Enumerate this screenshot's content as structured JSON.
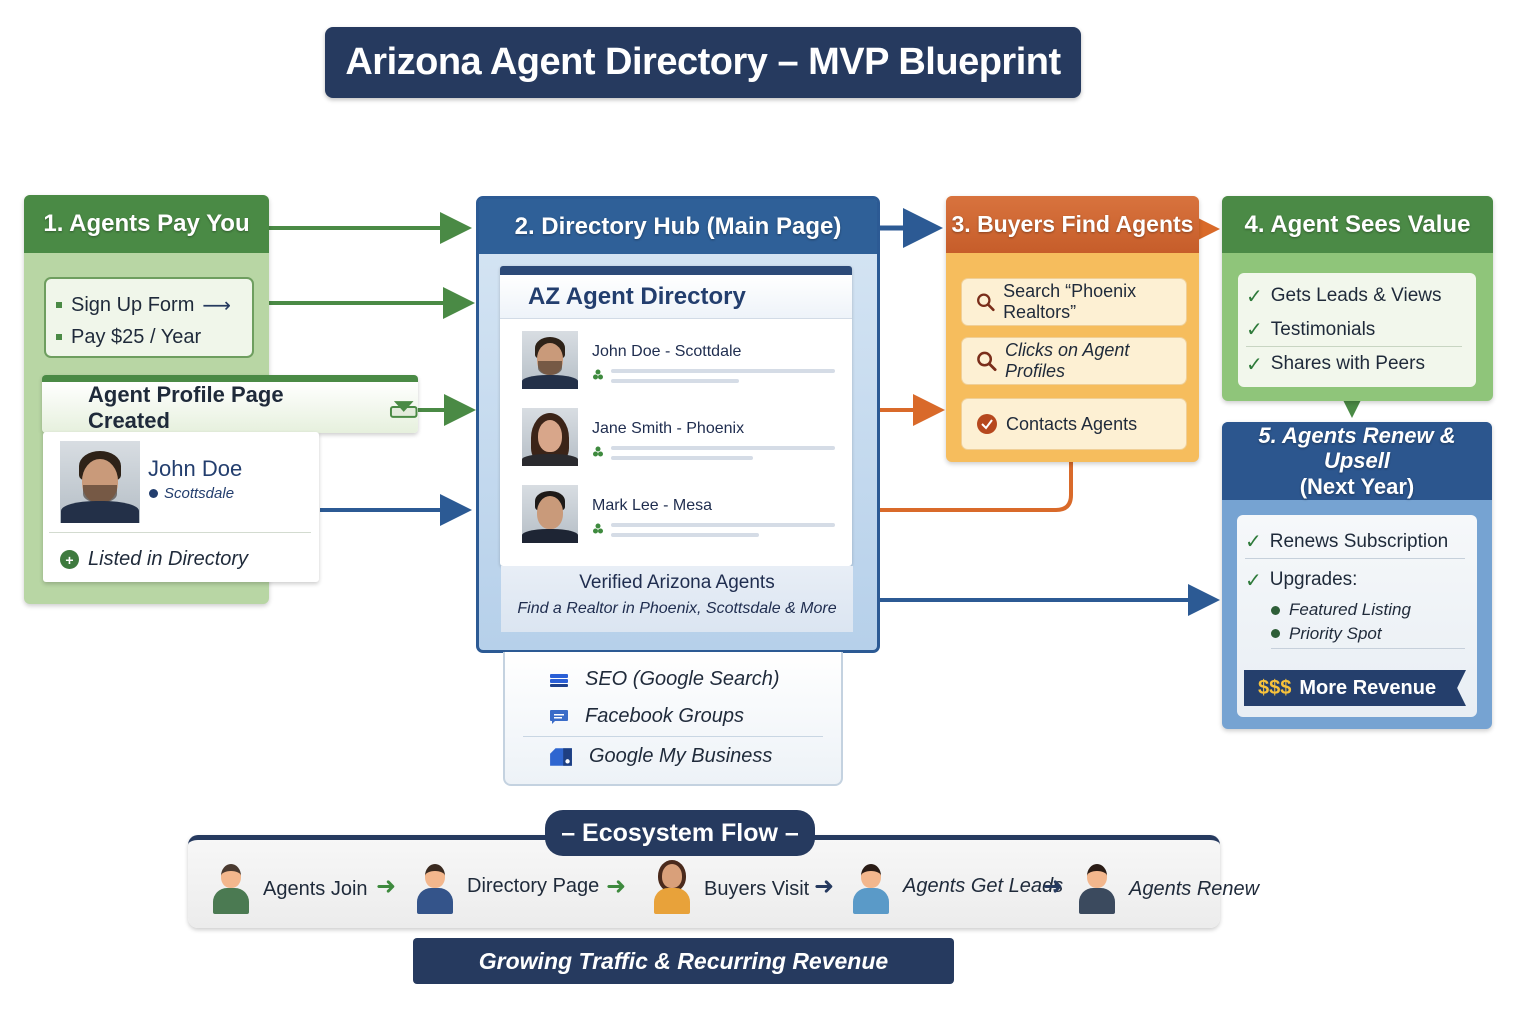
{
  "title": "Arizona Agent Directory – MVP Blueprint",
  "colors": {
    "navy": "#263a5f",
    "green": "#4a8a45",
    "blue": "#2f6098",
    "orange": "#c65d2a",
    "amber": "#f6bd5d",
    "gold": "#f7c23b"
  },
  "step1": {
    "heading": "1. Agents Pay You",
    "signup_items": [
      "Sign Up Form",
      "Pay $25 / Year"
    ],
    "profile_header": "Agent Profile Page Created",
    "profile_name": "John Doe",
    "profile_city": "Scottsdale",
    "listed_label": "Listed in Directory"
  },
  "step2": {
    "heading": "2. Directory Hub (Main Page)",
    "directory_title": "AZ Agent Directory",
    "agents": [
      {
        "name": "John Doe - Scottdale"
      },
      {
        "name": "Jane Smith - Phoenix"
      },
      {
        "name": "Mark Lee - Mesa"
      }
    ],
    "footer_line1": "Verified Arizona Agents",
    "footer_line2": "Find a Realtor in Phoenix, Scottsdale & More",
    "channels": [
      {
        "label": "SEO (Google Search)",
        "icon": "seo-stack-icon"
      },
      {
        "label": "Facebook Groups",
        "icon": "chat-bubble-icon"
      },
      {
        "label": "Google My Business",
        "icon": "storefront-icon"
      }
    ]
  },
  "step3": {
    "heading": "3. Buyers Find Agents",
    "items": [
      {
        "label": "Search “Phoenix Realtors”",
        "icon": "search-icon"
      },
      {
        "label": "Clicks on Agent Profiles",
        "icon": "search-icon"
      },
      {
        "label": "Contacts Agents",
        "icon": "check-circle-icon"
      }
    ]
  },
  "step4": {
    "heading": "4. Agent Sees Value",
    "items": [
      "Gets Leads & Views",
      "Testimonials",
      "Shares with Peers"
    ]
  },
  "step5": {
    "heading_line1": "5. Agents Renew & Upsell",
    "heading_line2": "(Next Year)",
    "renews": "Renews Subscription",
    "upgrades": "Upgrades:",
    "upgrade_items": [
      "Featured Listing",
      "Priority Spot"
    ],
    "revenue_symbol": "$$$",
    "revenue_label": "More Revenue"
  },
  "ecosystem": {
    "title": "– Ecosystem Flow –",
    "steps": [
      "Agents Join",
      "Directory Page",
      "Buyers Visit",
      "Agents Get Leads",
      "Agents Renew"
    ],
    "arrow": "➜",
    "footer": "Growing Traffic & Recurring Revenue"
  }
}
